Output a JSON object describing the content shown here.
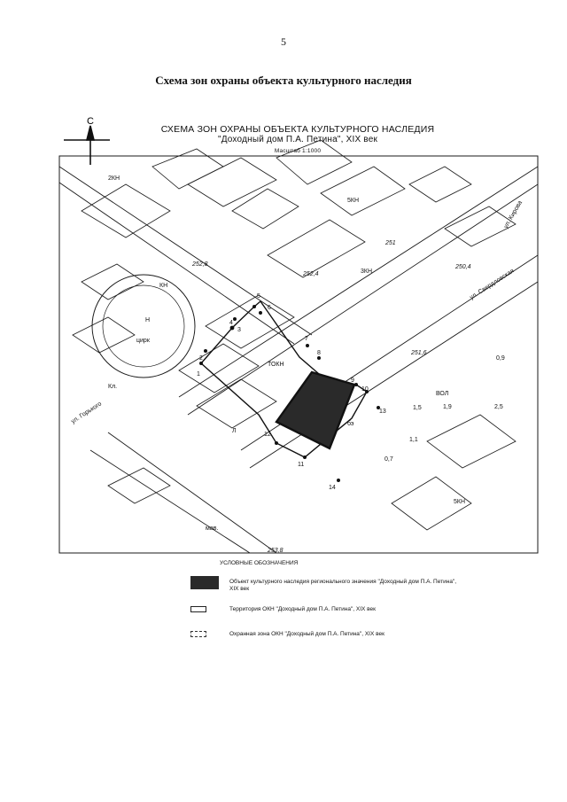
{
  "page": {
    "number": "5",
    "title": "Схема зон охраны объекта культурного наследия"
  },
  "map": {
    "title_line1": "СХЕМА   ЗОН ОХРАНЫ ОБЪЕКТА КУЛЬТУРНОГО НАСЛЕДИЯ",
    "title_line2": "\"Доходный дом П.А. Петина\", XIX век",
    "scale": "Масштаб 1:1000",
    "north_label": "С",
    "point_labels": [
      "1",
      "2",
      "3",
      "4",
      "5",
      "6",
      "7",
      "8",
      "9",
      "10",
      "11",
      "12",
      "13",
      "14"
    ],
    "elevations": [
      "252,8",
      "252,4",
      "251",
      "250,4",
      "251,6",
      "253,8"
    ],
    "street_labels": [
      "ул. Горького",
      "ул. Свердловская",
      "ул. Кирова"
    ],
    "building_labels": [
      "2КН",
      "3КН",
      "5КН",
      "КН",
      "Н",
      "цирк",
      "Кл.",
      "мав.",
      "Л",
      "ТОКН",
      "бэ",
      "ВОЛ",
      "0,9",
      "2,5",
      "1,9",
      "1,5",
      "1,1",
      "0,7",
      "5КН"
    ],
    "legend_title": "УСЛОВНЫЕ ОБОЗНАЧЕНИЯ",
    "legend": [
      {
        "text": "Объект культурного наследия регионального значения \"Доходный дом П.А. Петина\", XIX век"
      },
      {
        "text": "Территория  ОКН  \"Доходный дом П.А. Петина\", XIX век"
      },
      {
        "text": "Охранная зона ОКН  \"Доходный дом П.А. Петина\", XIX век"
      }
    ],
    "colors": {
      "ink": "#1a1a1a",
      "object_fill": "#2a2a2a",
      "paper": "#ffffff"
    }
  }
}
